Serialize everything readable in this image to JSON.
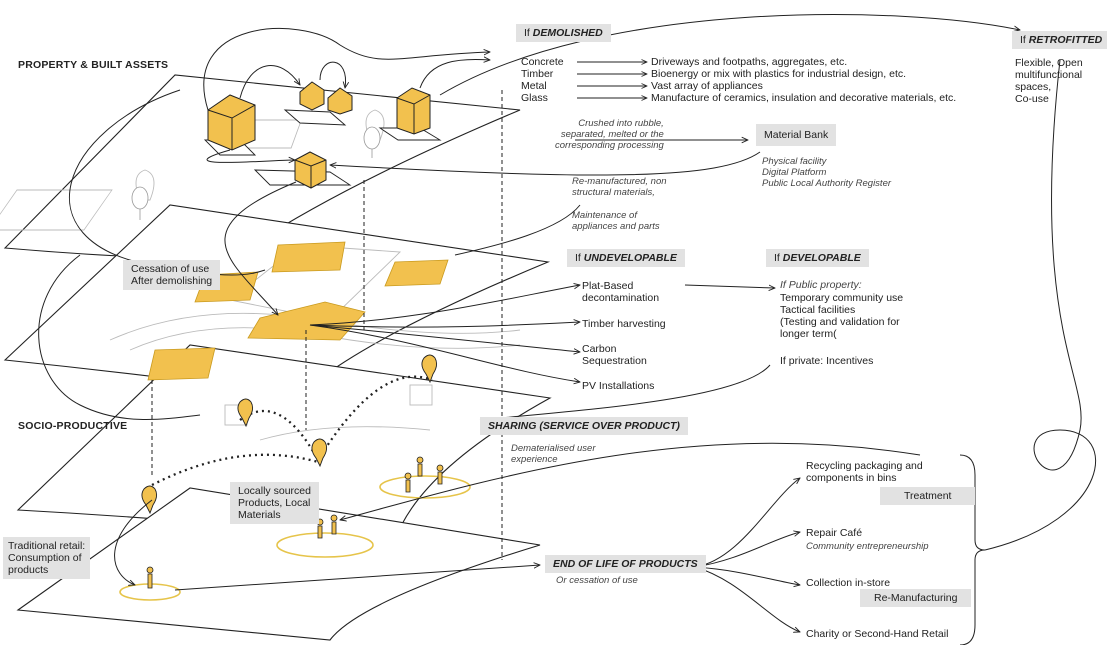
{
  "sections": {
    "property": "PROPERTY & BUILT ASSETS",
    "socio": "SOCIO-PRODUCTIVE"
  },
  "demolished": {
    "prefix": "If ",
    "title": "DEMOLISHED",
    "rows": [
      {
        "material": "Concrete",
        "use": "Driveways and footpaths, aggregates, etc."
      },
      {
        "material": "Timber",
        "use": "Bioenergy or mix with plastics for industrial design, etc."
      },
      {
        "material": "Metal",
        "use": "Vast array of appliances"
      },
      {
        "material": "Glass",
        "use": "Manufacture of ceramics, insulation and decorative materials, etc."
      }
    ],
    "process_note": "Crushed into rubble,\nseparated, melted or the\ncorresponding processing"
  },
  "retrofitted": {
    "prefix": "If ",
    "title": "RETROFITTED",
    "desc": "Flexible, Open\nmultifunctional\nspaces,\nCo-use"
  },
  "material_bank": {
    "title": "Material Bank",
    "details": "Physical facility\nDigital Platform\nPublic Local Authority Register"
  },
  "remanufactured_note": "Re-manufactured, non\nstructural materials,",
  "maintenance_note": "Maintenance of\nappliances and parts",
  "cessation": "Cessation of use\nAfter demolishing",
  "undevelopable": {
    "prefix": "If ",
    "title": "UNDEVELOPABLE",
    "items": [
      "Plat-Based\ndecontamination",
      "Timber harvesting",
      "Carbon\nSequestration",
      "PV Installations"
    ]
  },
  "developable": {
    "prefix": "If ",
    "title": "DEVELOPABLE",
    "public": "If Public property:",
    "public_desc": "Temporary community use\nTactical facilities\n(Testing and validation for\nlonger term(",
    "private": "If private: Incentives"
  },
  "sharing": {
    "title": "SHARING (SERVICE OVER PRODUCT)",
    "note": "Dematerialised user\nexperience"
  },
  "local_sourced": "Locally sourced\nProducts, Local\nMaterials",
  "traditional_retail": "Traditional retail:\nConsumption of\nproducts",
  "end_of_life": {
    "title": "END OF LIFE OF PRODUCTS",
    "note": "Or cessation of use"
  },
  "outcomes": {
    "recycling": "Recycling packaging and\ncomponents in bins",
    "treatment": "Treatment",
    "repair": "Repair Café",
    "repair_note": "Community entrepreneurship",
    "collection": "Collection in-store",
    "remanufacturing": "Re-Manufacturing",
    "charity": "Charity or Second-Hand Retail"
  },
  "colors": {
    "accent": "#f2c14e",
    "accent_stroke": "#c99a1e",
    "box_bg": "#e2e2e2",
    "line": "#222222"
  }
}
